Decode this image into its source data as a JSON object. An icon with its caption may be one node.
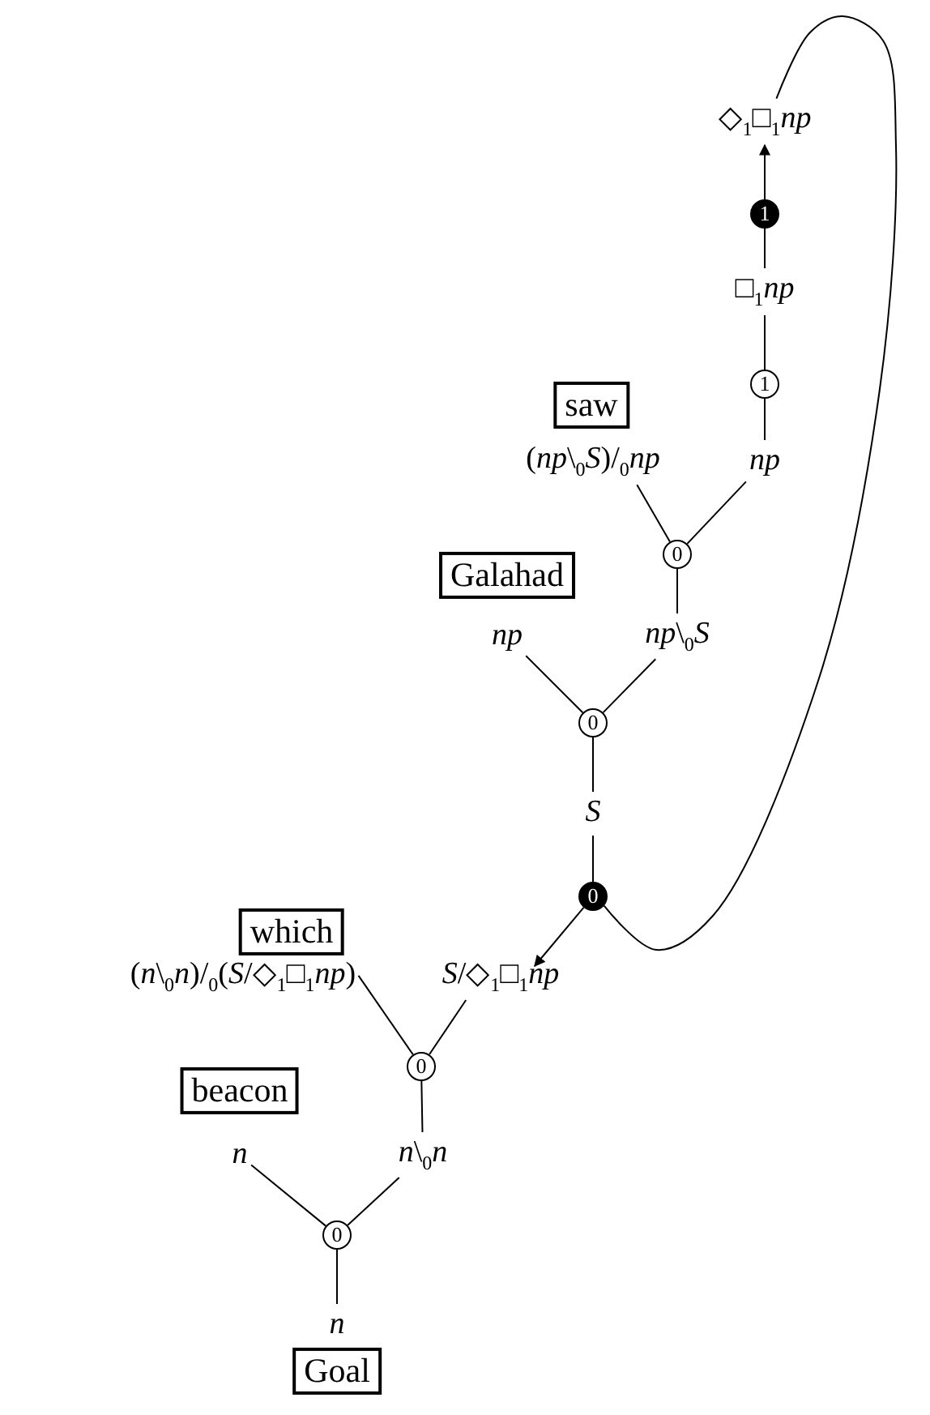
{
  "diagram": {
    "nodes": [
      {
        "text": [
          "◇$_{1}$□$_{1}$*np*"
        ]
      },
      {
        "text": [
          "1"
        ]
      },
      {
        "text": [
          "□$_{1}$*np*"
        ]
      },
      {
        "text": [
          "1"
        ]
      },
      {
        "text": [
          "saw"
        ]
      },
      {
        "text": [
          "(*np*\\$_{0}$*S*)/$_{0}$*np*"
        ]
      },
      {
        "text": [
          "*np*"
        ]
      },
      {
        "text": [
          "0"
        ]
      },
      {
        "text": [
          "Galahad"
        ]
      },
      {
        "text": [
          "*np*"
        ]
      },
      {
        "text": [
          "*np*\\$_{0}$*S*"
        ]
      },
      {
        "text": [
          "0"
        ]
      },
      {
        "text": [
          "*S*"
        ]
      },
      {
        "text": [
          "0"
        ]
      },
      {
        "text": [
          "which"
        ]
      },
      {
        "text": [
          "(*n*\\$_{0}$*n*)/$_{0}$(*S*/◇$_{1}$□$_{1}$*np*)"
        ]
      },
      {
        "text": [
          "*S*/◇$_{1}$□$_{1}$*np*"
        ]
      },
      {
        "text": [
          "0"
        ]
      },
      {
        "text": [
          "beacon"
        ]
      },
      {
        "text": [
          "*n*"
        ]
      },
      {
        "text": [
          "*n*\\$_{0}$*n*"
        ]
      },
      {
        "text": [
          "0"
        ]
      },
      {
        "text": [
          "*n*"
        ]
      },
      {
        "text": [
          "Goal"
        ]
      }
    ],
    "edges": [
      {
        "from": 1,
        "to": 0,
        "arrow": "to"
      },
      {
        "from": 2,
        "to": 1,
        "arrow": "none"
      },
      {
        "from": 3,
        "to": 2,
        "arrow": "none"
      },
      {
        "from": 6,
        "to": 3,
        "arrow": "none"
      },
      {
        "from": 5,
        "to": 7,
        "arrow": "none"
      },
      {
        "from": 6,
        "to": 7,
        "arrow": "none"
      },
      {
        "from": 7,
        "to": 10,
        "arrow": "none"
      },
      {
        "from": 9,
        "to": 11,
        "arrow": "none"
      },
      {
        "from": 10,
        "to": 11,
        "arrow": "none"
      },
      {
        "from": 11,
        "to": 12,
        "arrow": "none"
      },
      {
        "from": 12,
        "to": 13,
        "arrow": "none"
      },
      {
        "from": 13,
        "to": 16,
        "arrow": "to"
      },
      {
        "from": 13,
        "to": 0,
        "arrow": "none"
      },
      {
        "from": 15,
        "to": 17,
        "arrow": "none"
      },
      {
        "from": 16,
        "to": 17,
        "arrow": "none"
      },
      {
        "from": 17,
        "to": 20,
        "arrow": "none"
      },
      {
        "from": 19,
        "to": 21,
        "arrow": "none"
      },
      {
        "from": 20,
        "to": 21,
        "arrow": "none"
      },
      {
        "from": 21,
        "to": 22,
        "arrow": "none"
      }
    ]
  }
}
